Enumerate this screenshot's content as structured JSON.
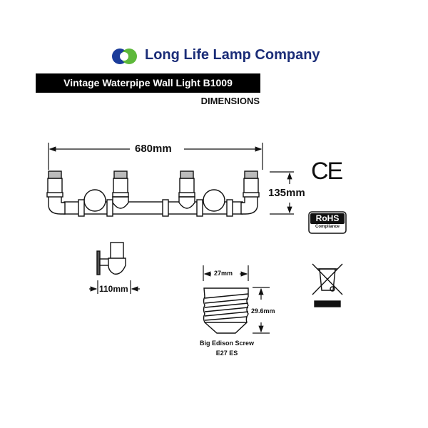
{
  "brand": {
    "name": "Long Life Lamp Company",
    "colors": {
      "blue": "#1b3c9a",
      "green": "#5db83a"
    }
  },
  "product": {
    "title": "Vintage Waterpipe Wall Light B1009",
    "section": "DIMENSIONS"
  },
  "dimensions": {
    "width": "680mm",
    "height": "135mm",
    "depth": "110mm",
    "base_diameter": "27mm",
    "base_height": "29.6mm"
  },
  "bulb": {
    "line1": "Big Edison Screw",
    "line2": "E27 ES"
  },
  "marks": {
    "ce": "CE",
    "rohs": "RoHS",
    "rohs_sub": "Compliance"
  }
}
